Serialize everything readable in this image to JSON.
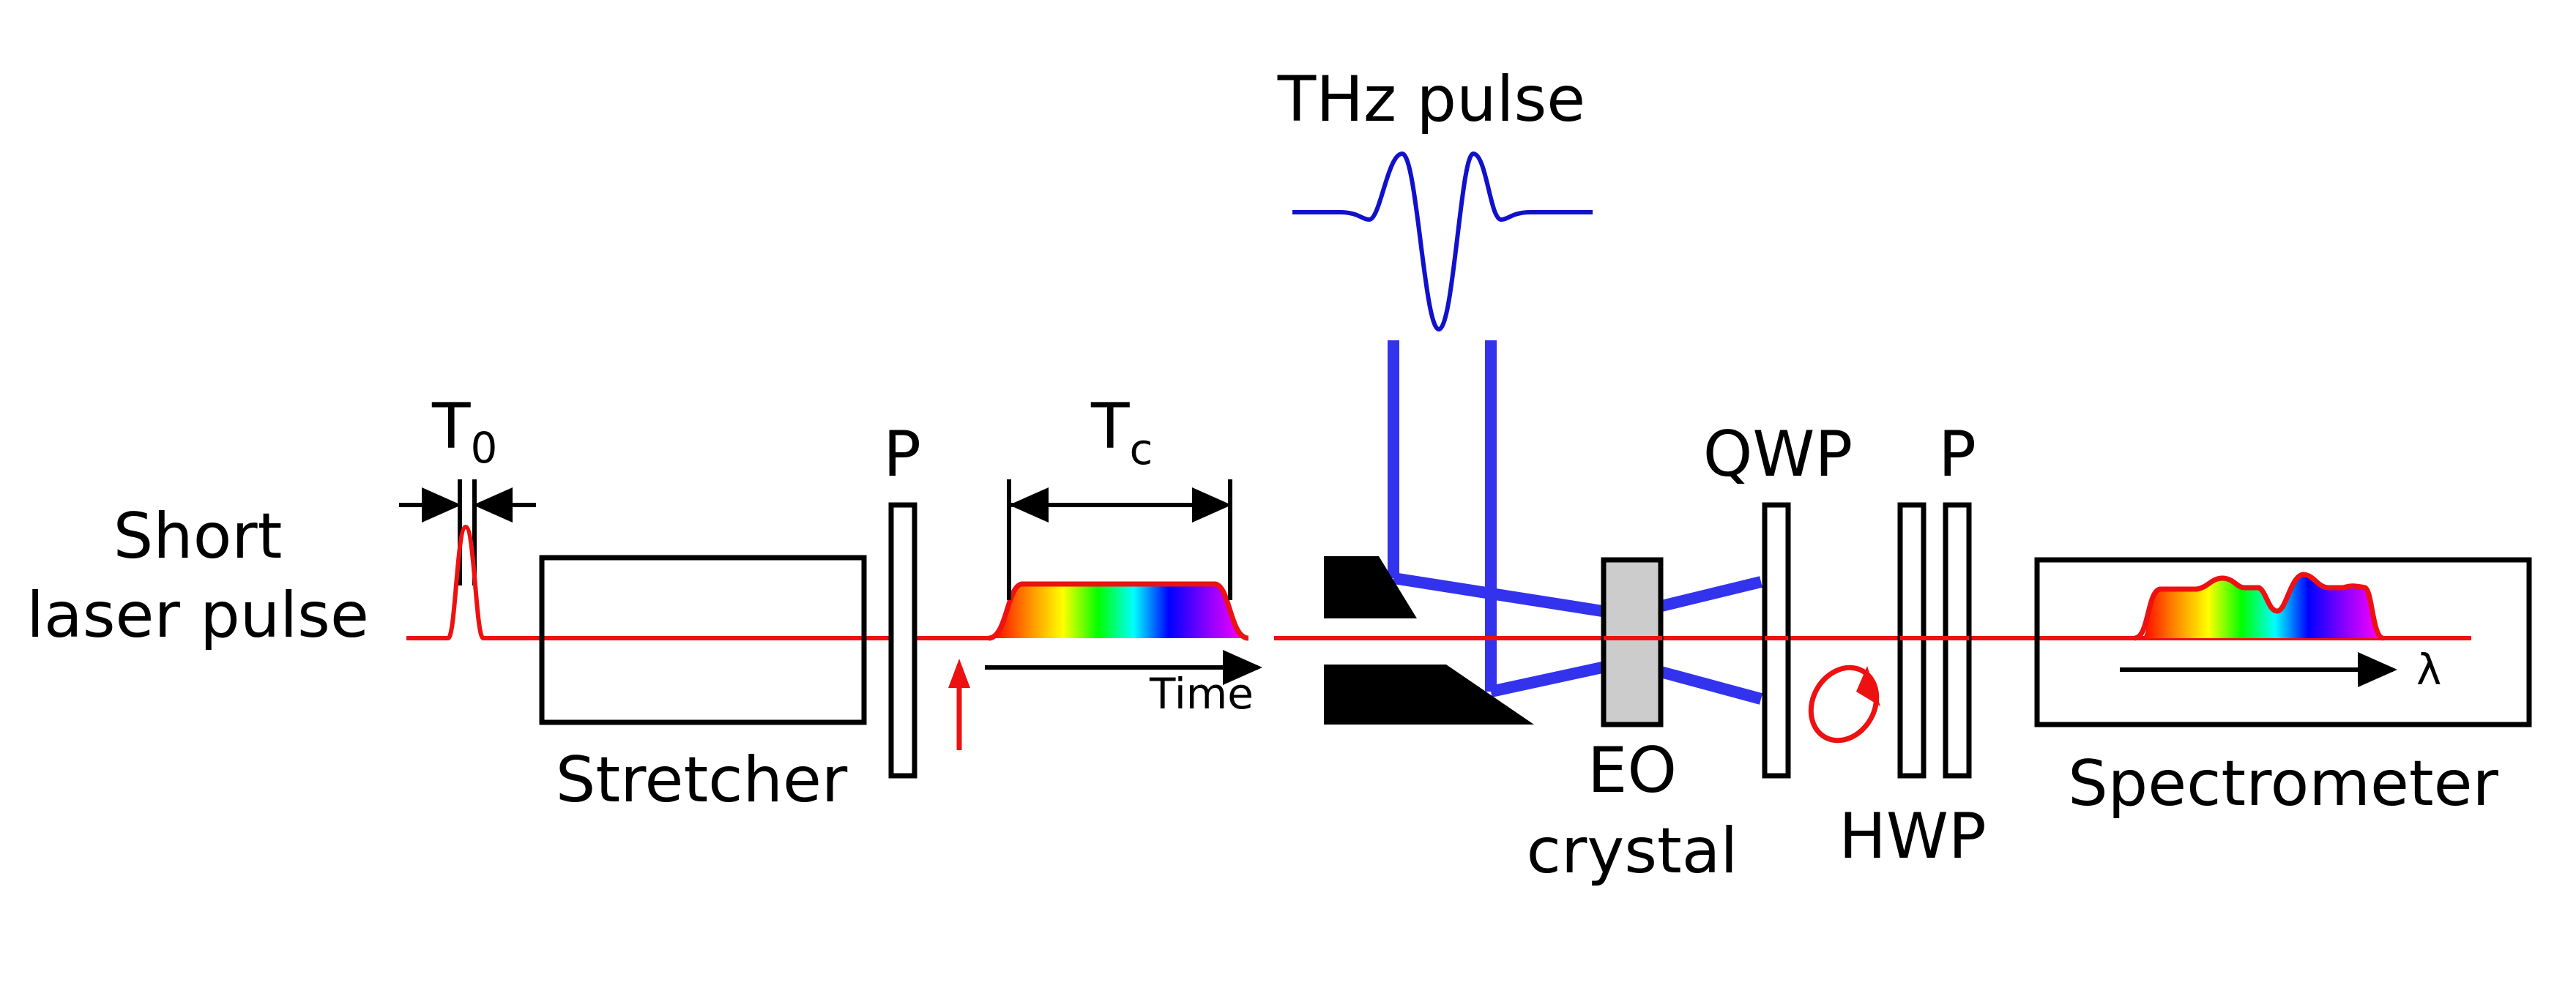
{
  "labels": {
    "short_laser_pulse_line1": "Short",
    "short_laser_pulse_line2": "laser pulse",
    "t0_main": "T",
    "t0_sub": "0",
    "stretcher": "Stretcher",
    "polarizer_1": "P",
    "tc_main": "T",
    "tc_sub": "c",
    "time_axis": "Time",
    "thz_pulse": "THz pulse",
    "eo_line1": "EO",
    "eo_line2": "crystal",
    "qwp": "QWP",
    "polarizer_2": "P",
    "hwp": "HWP",
    "spectrometer": "Spectrometer",
    "lambda_axis": "λ"
  },
  "colors": {
    "laser_beam": "#ee1111",
    "thz_beam": "#3333ee",
    "thz_waveform": "#1111cc",
    "outline": "#000000",
    "eo_crystal_fill": "#cccccc",
    "mirror_fill": "#000000",
    "spectrum_gradient": [
      "#ff0000",
      "#ff8800",
      "#ffff00",
      "#00ff00",
      "#00ffff",
      "#0000ff",
      "#8800ff",
      "#ff00ff"
    ]
  },
  "icons": {
    "polarization_arrow": "up-arrow-icon",
    "circular_polarization": "circular-arrow-icon"
  }
}
